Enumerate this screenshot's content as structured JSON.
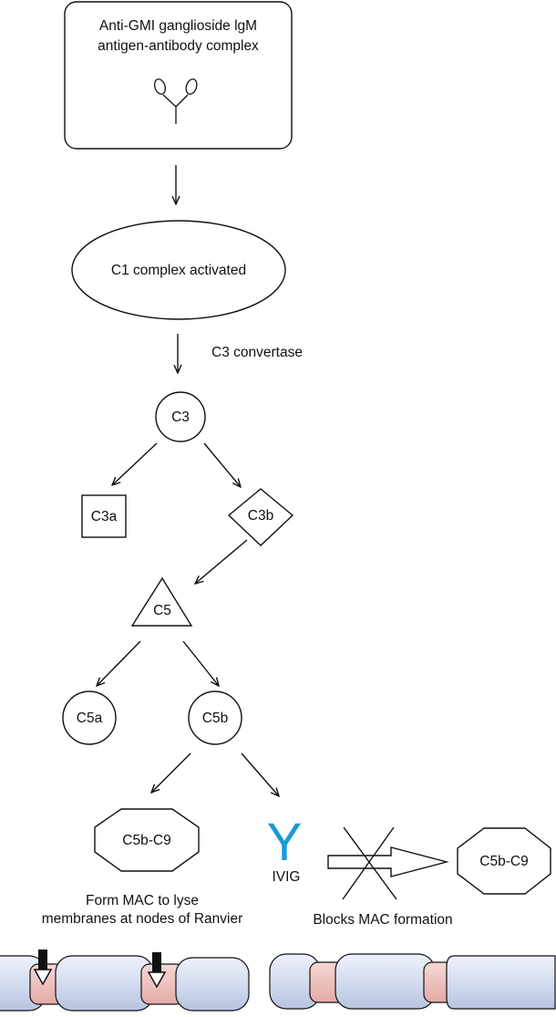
{
  "colors": {
    "stroke": "#111111",
    "ivig_blue": "#1a9ad6",
    "axon_fill": "#d7dff0",
    "node_fill": "#efc4c0"
  },
  "top_box": {
    "line1": "Anti-GMI ganglioside lgM",
    "line2": "antigen-antibody complex",
    "icon": "antibody-icon"
  },
  "c1": "C1 complex activated",
  "convertase": "C3 convertase",
  "c3": "C3",
  "c3a": "C3a",
  "c3b": "C3b",
  "c5": "C5",
  "c5a": "C5a",
  "c5b": "C5b",
  "mac_left": "C5b-C9",
  "mac_right": "C5b-C9",
  "ivig": "Y",
  "ivig_label": "IVIG",
  "caption_left": {
    "line1": "Form MAC to lyse",
    "line2": "membranes at nodes of Ranvier"
  },
  "caption_right": "Blocks MAC formation"
}
